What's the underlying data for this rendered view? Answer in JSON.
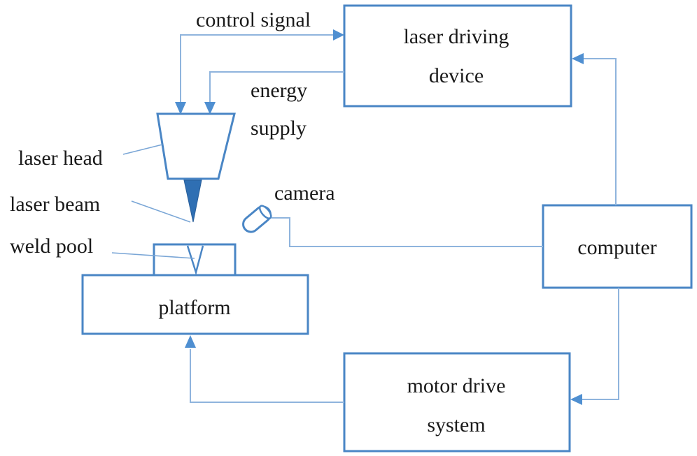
{
  "labels": {
    "control_signal": "control signal",
    "energy_supply_1": "energy",
    "energy_supply_2": "supply",
    "laser_head": "laser head",
    "laser_beam": "laser beam",
    "weld_pool": "weld pool",
    "camera": "camera"
  },
  "boxes": {
    "laser_driving_device_1": "laser driving",
    "laser_driving_device_2": "device",
    "computer": "computer",
    "platform": "platform",
    "motor_drive_system_1": "motor drive",
    "motor_drive_system_2": "system"
  },
  "colors": {
    "box_stroke": "#4a86c5",
    "connector": "#8fb4dd",
    "arrowhead": "#4f8fd1",
    "beam": "#2f6fb3"
  }
}
